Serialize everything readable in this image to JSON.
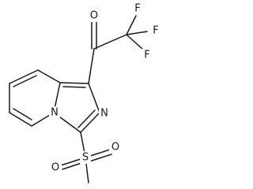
{
  "structure": {
    "atoms": {
      "o_carbonyl": "O",
      "f_top": "F",
      "f_right": "F",
      "f_bottom": "F",
      "n_bridge": "N",
      "n_ring": "N",
      "s_sulfonyl": "S",
      "o_sulfonyl_left": "O",
      "o_sulfonyl_right": "O"
    }
  },
  "colors": {
    "ink": "#1a1a1a",
    "background": "#ffffff"
  }
}
